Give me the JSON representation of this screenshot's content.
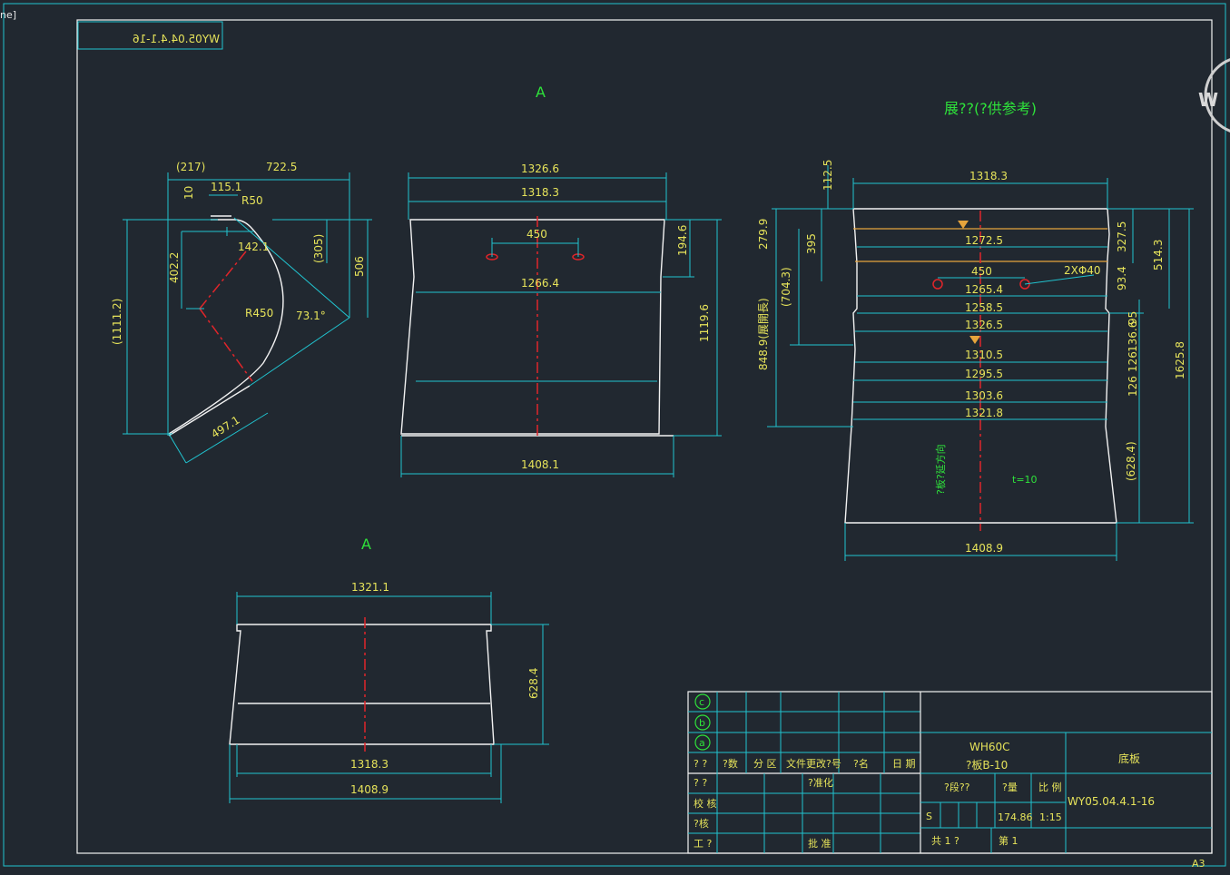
{
  "app": {
    "corner_label": "ne]"
  },
  "drawing": {
    "stamp_mirrored": "WY05.04.4.1-16",
    "view_label_top": "A",
    "view_label_bottom": "A",
    "unfold_label": "展??(?供参考)",
    "sheet_size": "A3",
    "corner_mark": "W"
  },
  "side_view": {
    "dims": {
      "d217": "(217)",
      "d722": "722.5",
      "d115": "115.1",
      "d10": "10",
      "r50": "R50",
      "d142": "142.1",
      "d402": "402.2",
      "d305": "(305)",
      "d506": "506",
      "r450": "R450",
      "a73": "73.1°",
      "d1111": "(1111.2)",
      "d497": "497.1"
    }
  },
  "front_view": {
    "dims": {
      "d1326": "1326.6",
      "d1318": "1318.3",
      "d450": "450",
      "d1266": "1266.4",
      "d194": "194.6",
      "d1119": "1119.6",
      "d1408": "1408.1"
    }
  },
  "unfold_view": {
    "dims": {
      "d1318": "1318.3",
      "d112": "112.5",
      "d279": "279.9",
      "d395": "395",
      "d704": "(704.3)",
      "d848": "848.9(展開長)",
      "d1272": "1272.5",
      "d450": "450",
      "holes": "2XΦ40",
      "d1265": "1265.4",
      "d1258": "1258.5",
      "d1326": "1326.5",
      "d1310": "1310.5",
      "d1295": "1295.5",
      "d1303": "1303.6",
      "d1321": "1321.8",
      "d327": "327.5",
      "d514": "514.3",
      "d93": "93.4",
      "d95": "95",
      "d136": "136.6",
      "d126a": "126",
      "d126b": "126",
      "d1625": "1625.8",
      "d628": "(628.4)",
      "thickness": "t=10",
      "direction": "?板?延方向",
      "d1408": "1408.9"
    }
  },
  "bottom_view": {
    "dims": {
      "d1321": "1321.1",
      "d628": "628.4",
      "d1318": "1318.3",
      "d1408": "1408.9"
    }
  },
  "title_block": {
    "rev_c": "c",
    "rev_b": "b",
    "rev_a": "a",
    "hdr_mark": "? ?",
    "hdr_count": "?数",
    "hdr_zone": "分 区",
    "hdr_docno": "文件更改?号",
    "hdr_sign": "?名",
    "hdr_date": "日 期",
    "row_design": "? ?",
    "row_check": "校 核",
    "row_review": "?核",
    "row_process": "工 ?",
    "standardize": "?准化",
    "approve": "批 准",
    "material_1": "WH60C",
    "material_2": "?板B-10",
    "stage": "?段??",
    "weight_label": "?量",
    "scale_label": "比 例",
    "stage_s": "S",
    "weight": "174.86",
    "scale": "1:15",
    "sheets_total": "共  1 ?",
    "sheet_no": "第  1",
    "part_name": "底板",
    "drawing_no": "WY05.04.4.1-16"
  },
  "colors": {
    "background": "#212830",
    "frame": "#21c3cf",
    "outline": "#f2f2f2",
    "dimension": "#e6e35a",
    "label": "#2ee23a",
    "centerline": "#e0252a"
  }
}
